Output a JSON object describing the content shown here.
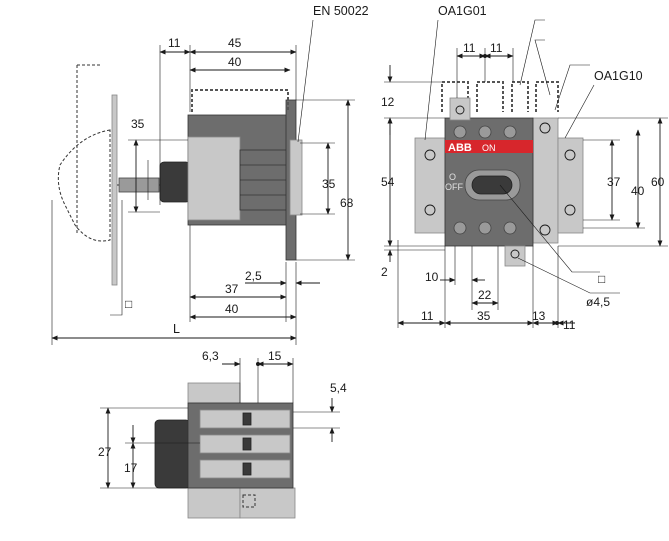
{
  "labels": {
    "standard": "EN 50022",
    "part_a": "OA1G01",
    "part_b": "OA1G10",
    "length": "L",
    "brand": "ABB",
    "state_on": "ON",
    "state_off_symbol": "O",
    "state_off": "OFF",
    "square_a": "□",
    "square_b": "□"
  },
  "side_view": {
    "d11": "11",
    "d45": "45",
    "d40_top": "40",
    "d35_left": "35",
    "d35_right": "35",
    "d68": "68",
    "d2_5": "2,5",
    "d37": "37",
    "d40_bottom": "40"
  },
  "front_view": {
    "d11_a": "11",
    "d11_b": "11",
    "d12": "12",
    "d54": "54",
    "d37": "37",
    "d40": "40",
    "d60": "60",
    "d2": "2",
    "d10": "10",
    "d22": "22",
    "d4_5": "ø4,5",
    "d11_l": "11",
    "d35": "35",
    "d13": "13",
    "d11_r": "11"
  },
  "top_view": {
    "d6_3": "6,3",
    "d15": "15",
    "d5_4": "5,4",
    "d27": "27",
    "d17": "17"
  }
}
